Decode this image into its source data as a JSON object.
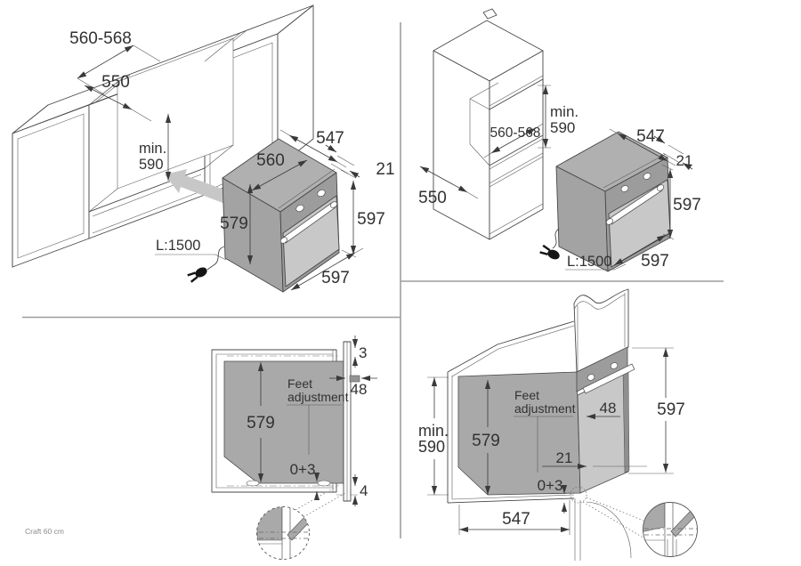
{
  "meta": {
    "footer": "Craft 60 cm"
  },
  "colors": {
    "accent_gray": "#a9a9a9",
    "line": "#474747",
    "divider": "#9e9e9e"
  },
  "tl": {
    "niche_width": "560-568",
    "niche_depth": "550",
    "min_label": "min.",
    "min_value": "590",
    "oven_depth": "547",
    "oven_width": "560",
    "overhang": "21",
    "body_height": "579",
    "front_height": "597",
    "front_width": "597",
    "cable": "L:1500"
  },
  "tr": {
    "min_label": "min.",
    "min_value": "590",
    "niche_width": "560-568",
    "niche_depth": "550",
    "oven_depth": "547",
    "overhang": "21",
    "front_height": "597",
    "front_width": "597",
    "cable": "L:1500"
  },
  "bl": {
    "top_gap": "3",
    "bracket": "48",
    "feet_line1": "Feet",
    "feet_line2": "adjustment",
    "body_height": "579",
    "foot_range": "0+3",
    "bottom_gap": "4"
  },
  "br": {
    "min_label": "min.",
    "min_value": "590",
    "body_height": "579",
    "feet_line1": "Feet",
    "feet_line2": "adjustment",
    "bracket": "48",
    "door_thickness": "21",
    "front_height": "597",
    "foot_range": "0+3",
    "oven_depth": "547"
  }
}
